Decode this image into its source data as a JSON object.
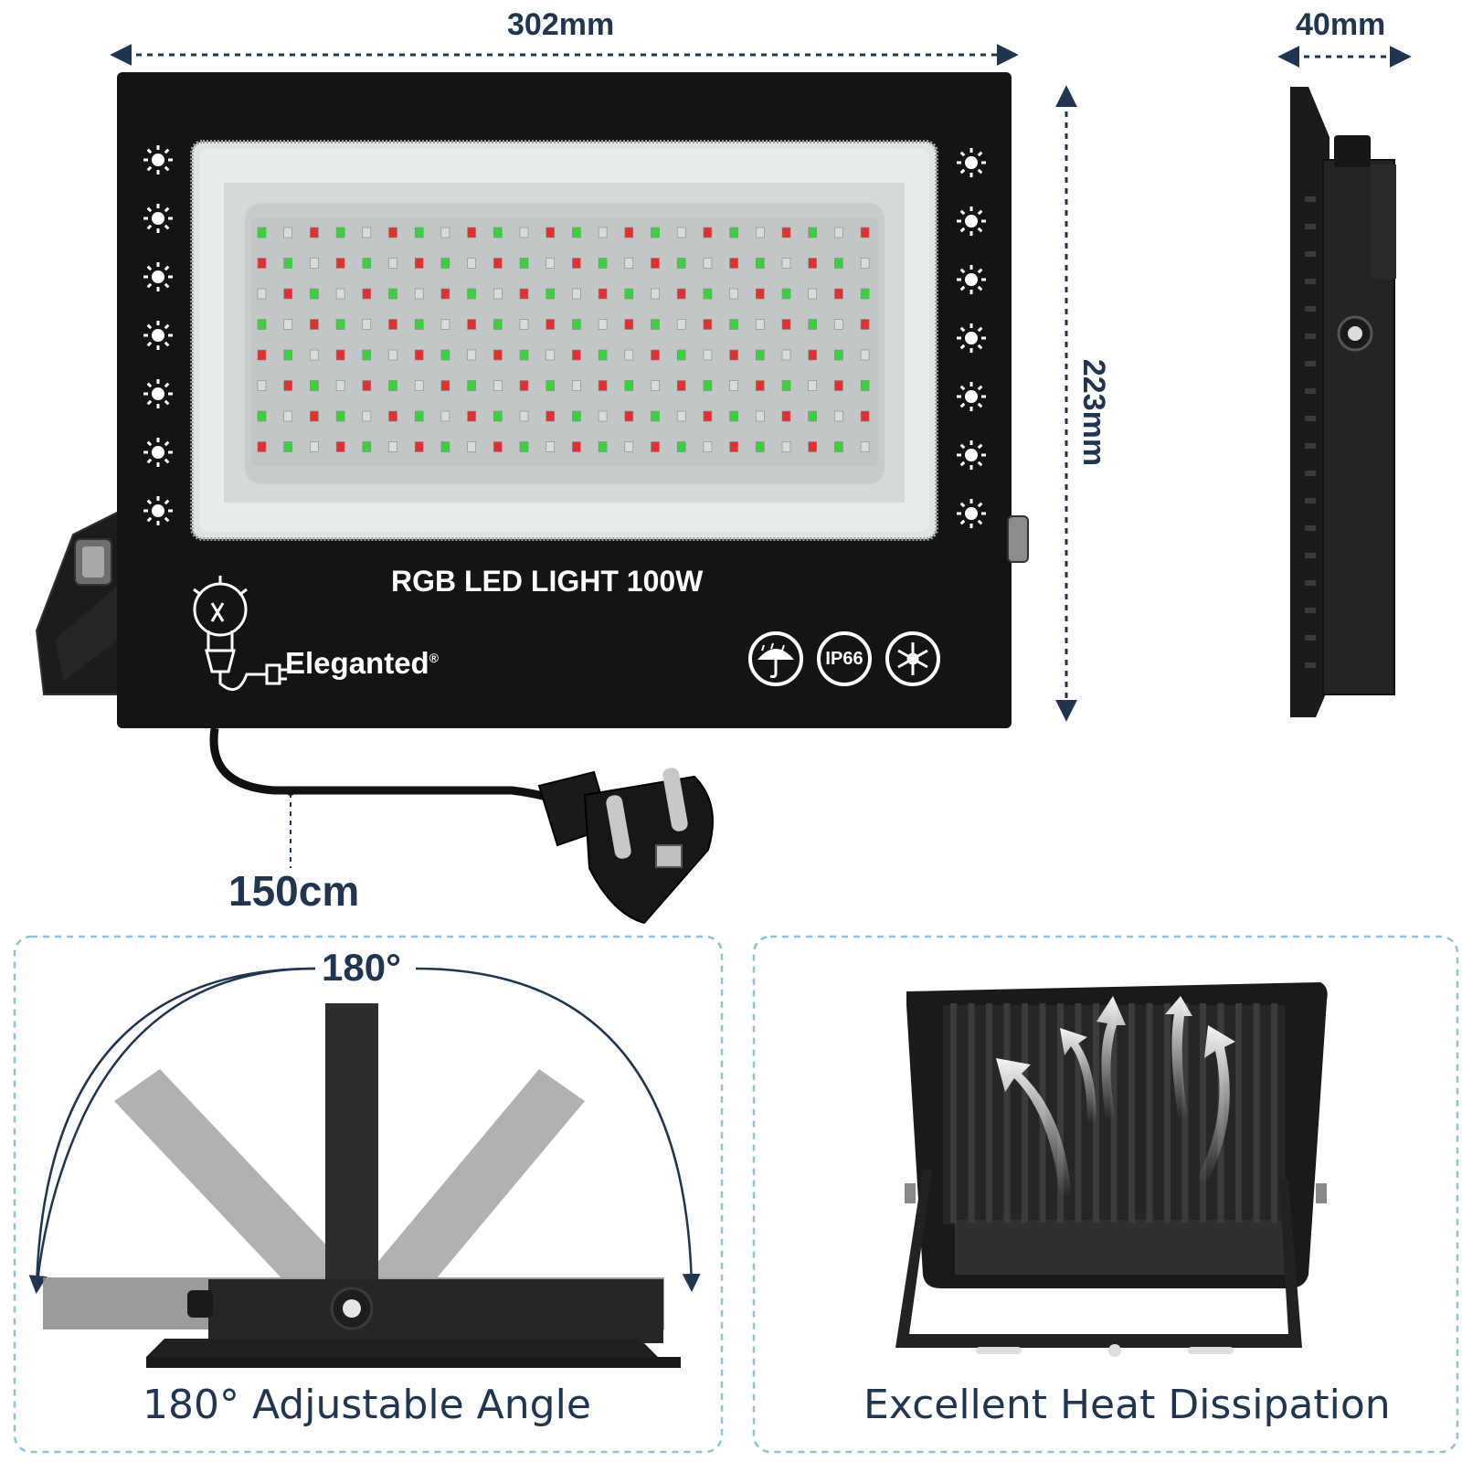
{
  "dimensions": {
    "width": "302mm",
    "depth": "40mm",
    "height": "223mm",
    "cable": "150cm"
  },
  "product": {
    "label": "RGB LED LIGHT 100W",
    "brand": "Eleganted",
    "trademark": "®",
    "badges": [
      {
        "icon": "umbrella-rain-icon",
        "text": ""
      },
      {
        "icon": "ip-rating-badge",
        "text": "IP66"
      },
      {
        "icon": "snowflake-icon",
        "text": ""
      }
    ]
  },
  "panels": {
    "angle": {
      "arc_label": "180°",
      "caption": "180° Adjustable Angle"
    },
    "heat": {
      "caption": "Excellent Heat Dissipation"
    }
  },
  "colors": {
    "dimension_text": "#1f3550",
    "housing": "#141414",
    "led_red": "#e23030",
    "led_green": "#39d23c",
    "led_white": "#d8dcdc",
    "panel_border": "#8fc3d6"
  }
}
